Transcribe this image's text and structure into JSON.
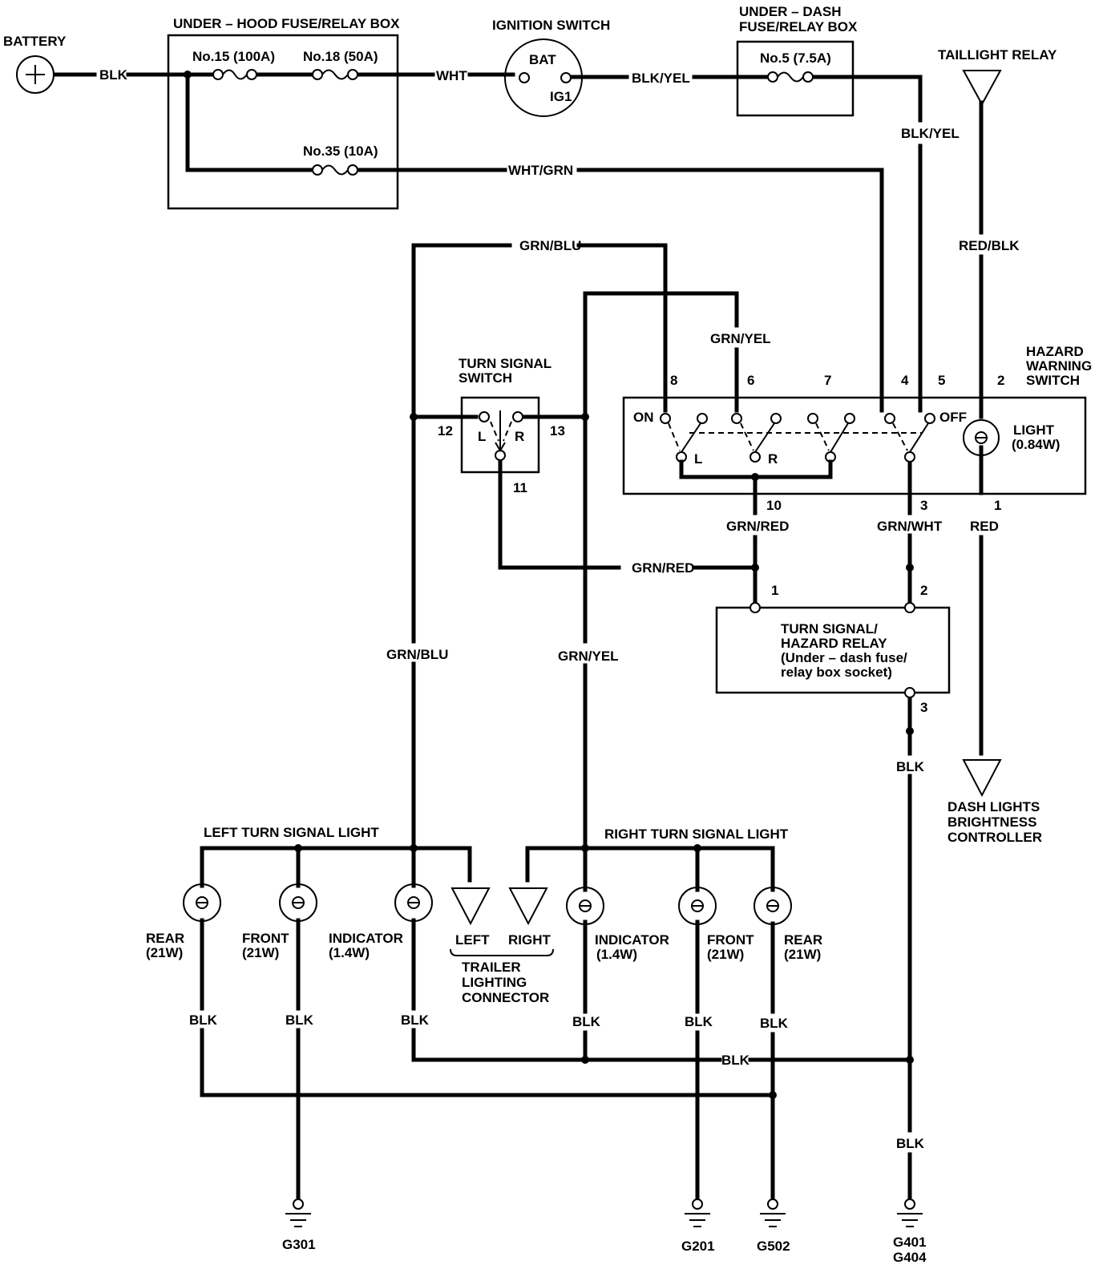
{
  "labels": {
    "battery": "BATTERY",
    "under_hood_box": "UNDER – HOOD FUSE/RELAY BOX",
    "fuse15": "No.15 (100A)",
    "fuse18": "No.18 (50A)",
    "fuse35": "No.35 (10A)",
    "ignition_switch": "IGNITION SWITCH",
    "bat": "BAT",
    "ig1": "IG1",
    "under_dash_box_1": "UNDER – DASH",
    "under_dash_box_2": "FUSE/RELAY BOX",
    "fuse5": "No.5 (7.5A)",
    "taillight_relay": "TAILLIGHT RELAY",
    "turn_signal_switch_1": "TURN SIGNAL",
    "turn_signal_switch_2": "SWITCH",
    "hazard_switch_1": "HAZARD",
    "hazard_switch_2": "WARNING",
    "hazard_switch_3": "SWITCH",
    "on": "ON",
    "off": "OFF",
    "l": "L",
    "r": "R",
    "light_1": "LIGHT",
    "light_2": "(0.84W)",
    "relay_1": "TURN SIGNAL/",
    "relay_2": "HAZARD RELAY",
    "relay_3": "(Under – dash fuse/",
    "relay_4": "relay box socket)",
    "dash_ctrl_1": "DASH LIGHTS",
    "dash_ctrl_2": "BRIGHTNESS",
    "dash_ctrl_3": "CONTROLLER",
    "left_turn_light": "LEFT TURN SIGNAL LIGHT",
    "right_turn_light": "RIGHT TURN SIGNAL LIGHT",
    "rear": "REAR",
    "front": "FRONT",
    "indicator": "INDICATOR",
    "w21": "(21W)",
    "w14": "(1.4W)",
    "left": "LEFT",
    "right": "RIGHT",
    "trailer_1": "TRAILER",
    "trailer_2": "LIGHTING",
    "trailer_3": "CONNECTOR",
    "g301": "G301",
    "g201": "G201",
    "g502": "G502",
    "g401": "G401",
    "g404": "G404"
  },
  "wires": {
    "blk": "BLK",
    "wht": "WHT",
    "blk_yel": "BLK/YEL",
    "wht_grn": "WHT/GRN",
    "grn_blu": "GRN/BLU",
    "grn_yel": "GRN/YEL",
    "red_blk": "RED/BLK",
    "grn_red": "GRN/RED",
    "grn_wht": "GRN/WHT",
    "red": "RED"
  },
  "pins": {
    "p1": "1",
    "p2": "2",
    "p3": "3",
    "p4": "4",
    "p5": "5",
    "p6": "6",
    "p7": "7",
    "p8": "8",
    "p10": "10",
    "p11": "11",
    "p12": "12",
    "p13": "13"
  }
}
